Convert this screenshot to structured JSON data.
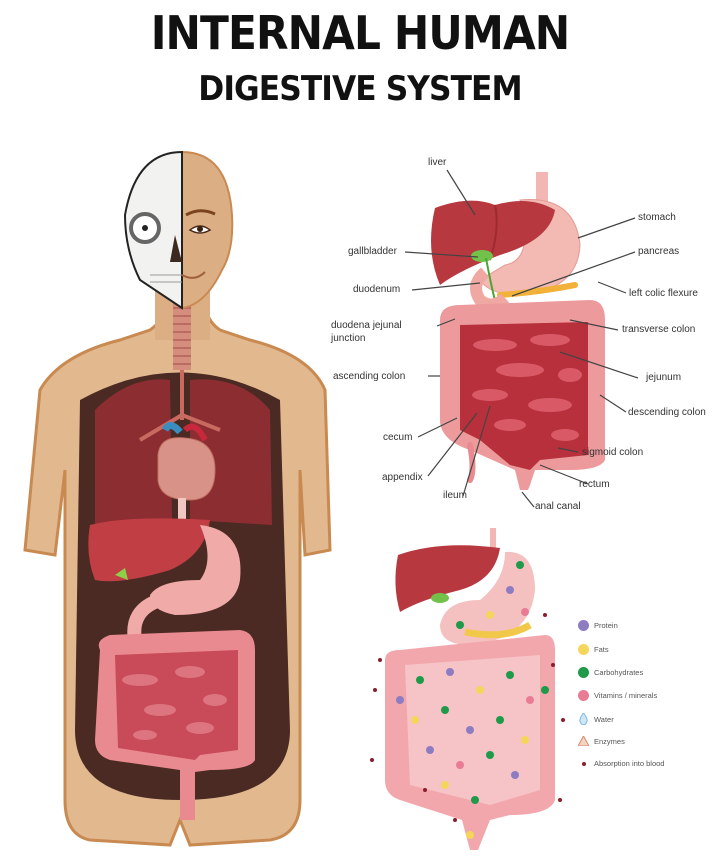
{
  "title": {
    "line1": "INTERNAL HUMAN",
    "line2": "DIGESTIVE SYSTEM"
  },
  "body_figure": {
    "description": "Half-skull human torso with internal organs: lungs, heart, liver, stomach, intestines"
  },
  "labeled_diagram": {
    "labels": [
      {
        "id": "liver",
        "text": "liver"
      },
      {
        "id": "stomach",
        "text": "stomach"
      },
      {
        "id": "gallbladder",
        "text": "gallbladder"
      },
      {
        "id": "pancreas",
        "text": "pancreas"
      },
      {
        "id": "duodenum",
        "text": "duodenum"
      },
      {
        "id": "left_colic_flexure",
        "text": "left colic flexure"
      },
      {
        "id": "duodena_jejunal_junction_1",
        "text": "duodena jejunal"
      },
      {
        "id": "duodena_jejunal_junction_2",
        "text": "junction"
      },
      {
        "id": "transverse_colon",
        "text": "transverse colon"
      },
      {
        "id": "ascending_colon",
        "text": "ascending colon"
      },
      {
        "id": "jejunum",
        "text": "jejunum"
      },
      {
        "id": "descending_colon",
        "text": "descending colon"
      },
      {
        "id": "cecum",
        "text": "cecum"
      },
      {
        "id": "sigmoid_colon",
        "text": "sigmoid colon"
      },
      {
        "id": "appendix",
        "text": "appendix"
      },
      {
        "id": "rectum",
        "text": "rectum"
      },
      {
        "id": "ileum",
        "text": "ileum"
      },
      {
        "id": "anal_canal",
        "text": "anal canal"
      }
    ]
  },
  "legend": {
    "items": [
      {
        "label": "Protein",
        "color": "#8e7cc3",
        "icon": "circle"
      },
      {
        "label": "Fats",
        "color": "#f5d65a",
        "icon": "circle"
      },
      {
        "label": "Carbohydrates",
        "color": "#1f9a4a",
        "icon": "circle"
      },
      {
        "label": "Vitamins / minerals",
        "color": "#e87c95",
        "icon": "circle"
      },
      {
        "label": "Water",
        "color": "#7fb8e0",
        "icon": "droplet"
      },
      {
        "label": "Enzymes",
        "color": "#d9896b",
        "icon": "triangle"
      },
      {
        "label": "Absorption into blood",
        "color": "#8b1e2a",
        "icon": "small-dot"
      }
    ]
  },
  "colors": {
    "skin": "#e2b98f",
    "skin_dark": "#c98a52",
    "cavity": "#4a2a22",
    "liver": "#b8383f",
    "stomach": "#f0b0aa",
    "intestine": "#e98a90",
    "small_intestine": "#c23a45",
    "gallbladder": "#6cc04a",
    "pancreas": "#f2b23a"
  }
}
